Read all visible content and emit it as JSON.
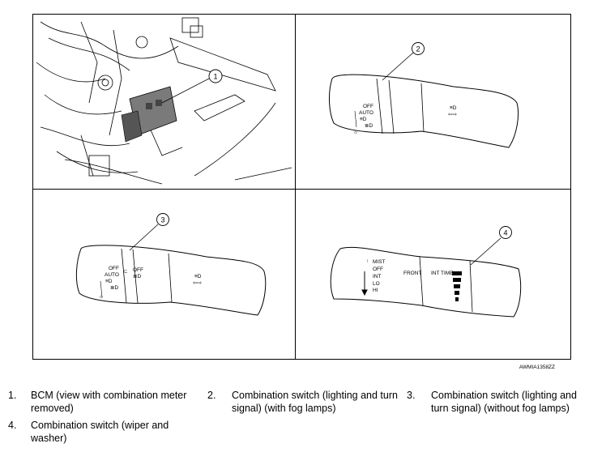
{
  "figure": {
    "id_code": "AWMIA1358ZZ",
    "callouts": [
      "1",
      "2",
      "3",
      "4"
    ],
    "panel2": {
      "off": "OFF",
      "auto": "AUTO"
    },
    "panel3": {
      "off_a": "OFF",
      "auto": "AUTO",
      "off_b": "OFF"
    },
    "panel4": {
      "mist": "MIST",
      "off": "OFF",
      "int": "INT",
      "lo": "LO",
      "hi": "HI",
      "front": "FRONT",
      "int_time": "INT TIME"
    }
  },
  "legend": [
    {
      "num": "1.",
      "text": "BCM (view with combination meter removed)"
    },
    {
      "num": "2.",
      "text": "Combination switch (lighting and turn signal) (with fog lamps)"
    },
    {
      "num": "3.",
      "text": "Combination switch (lighting and turn signal) (without fog lamps)"
    },
    {
      "num": "4.",
      "text": "Combination switch (wiper and washer)"
    }
  ]
}
